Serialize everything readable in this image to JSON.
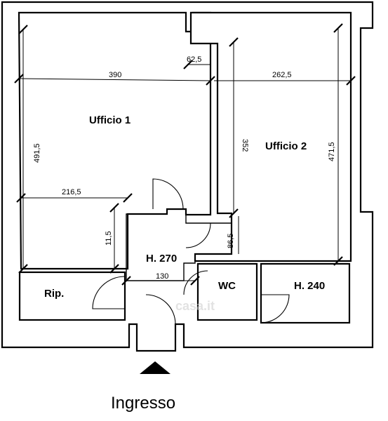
{
  "rooms": {
    "ufficio1": "Ufficio 1",
    "ufficio2": "Ufficio 2",
    "hall_height": "H. 270",
    "wc": "WC",
    "side_height": "H. 240",
    "storage": "Rip."
  },
  "dimensions": {
    "u1_width": "390",
    "u1_height": "491,5",
    "u1_lower_width": "216,5",
    "u1_niche": "11,5",
    "wall_gap": "62,5",
    "u2_width": "262,5",
    "u2_left_height": "352",
    "u2_right_height": "471,5",
    "u2_niche": "86,5",
    "hall_width": "130"
  },
  "entrance": {
    "label": "Ingresso"
  },
  "watermark": "casa.it"
}
